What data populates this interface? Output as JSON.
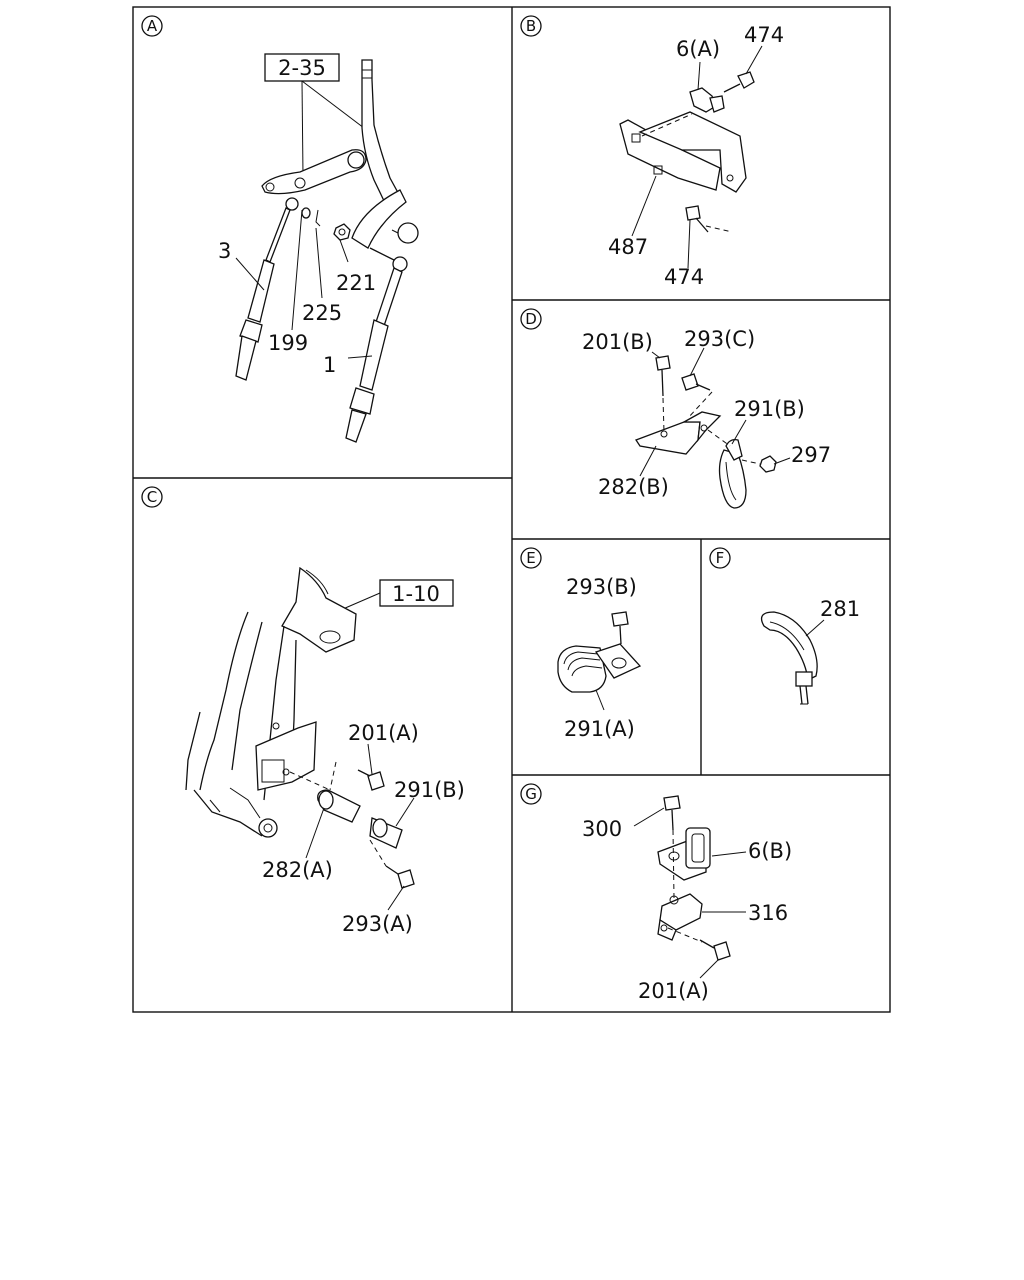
{
  "panels": {
    "A": {
      "letter": "A",
      "ref_box": "2-35",
      "labels": {
        "p3": "3",
        "p199": "199",
        "p225": "225",
        "p221": "221",
        "p1": "1"
      }
    },
    "B": {
      "letter": "B",
      "labels": {
        "p6a": "6(A)",
        "p474_top": "474",
        "p487": "487",
        "p474_bot": "474"
      }
    },
    "C": {
      "letter": "C",
      "ref_box": "1-10",
      "labels": {
        "p201a": "201(A)",
        "p291b": "291(B)",
        "p282a": "282(A)",
        "p293a": "293(A)"
      }
    },
    "D": {
      "letter": "D",
      "labels": {
        "p201b": "201(B)",
        "p293c": "293(C)",
        "p291b": "291(B)",
        "p297": "297",
        "p282b": "282(B)"
      }
    },
    "E": {
      "letter": "E",
      "labels": {
        "p293b": "293(B)",
        "p291a": "291(A)"
      }
    },
    "F": {
      "letter": "F",
      "labels": {
        "p281": "281"
      }
    },
    "G": {
      "letter": "G",
      "labels": {
        "p300": "300",
        "p6b": "6(B)",
        "p316": "316",
        "p201a": "201(A)"
      }
    }
  }
}
